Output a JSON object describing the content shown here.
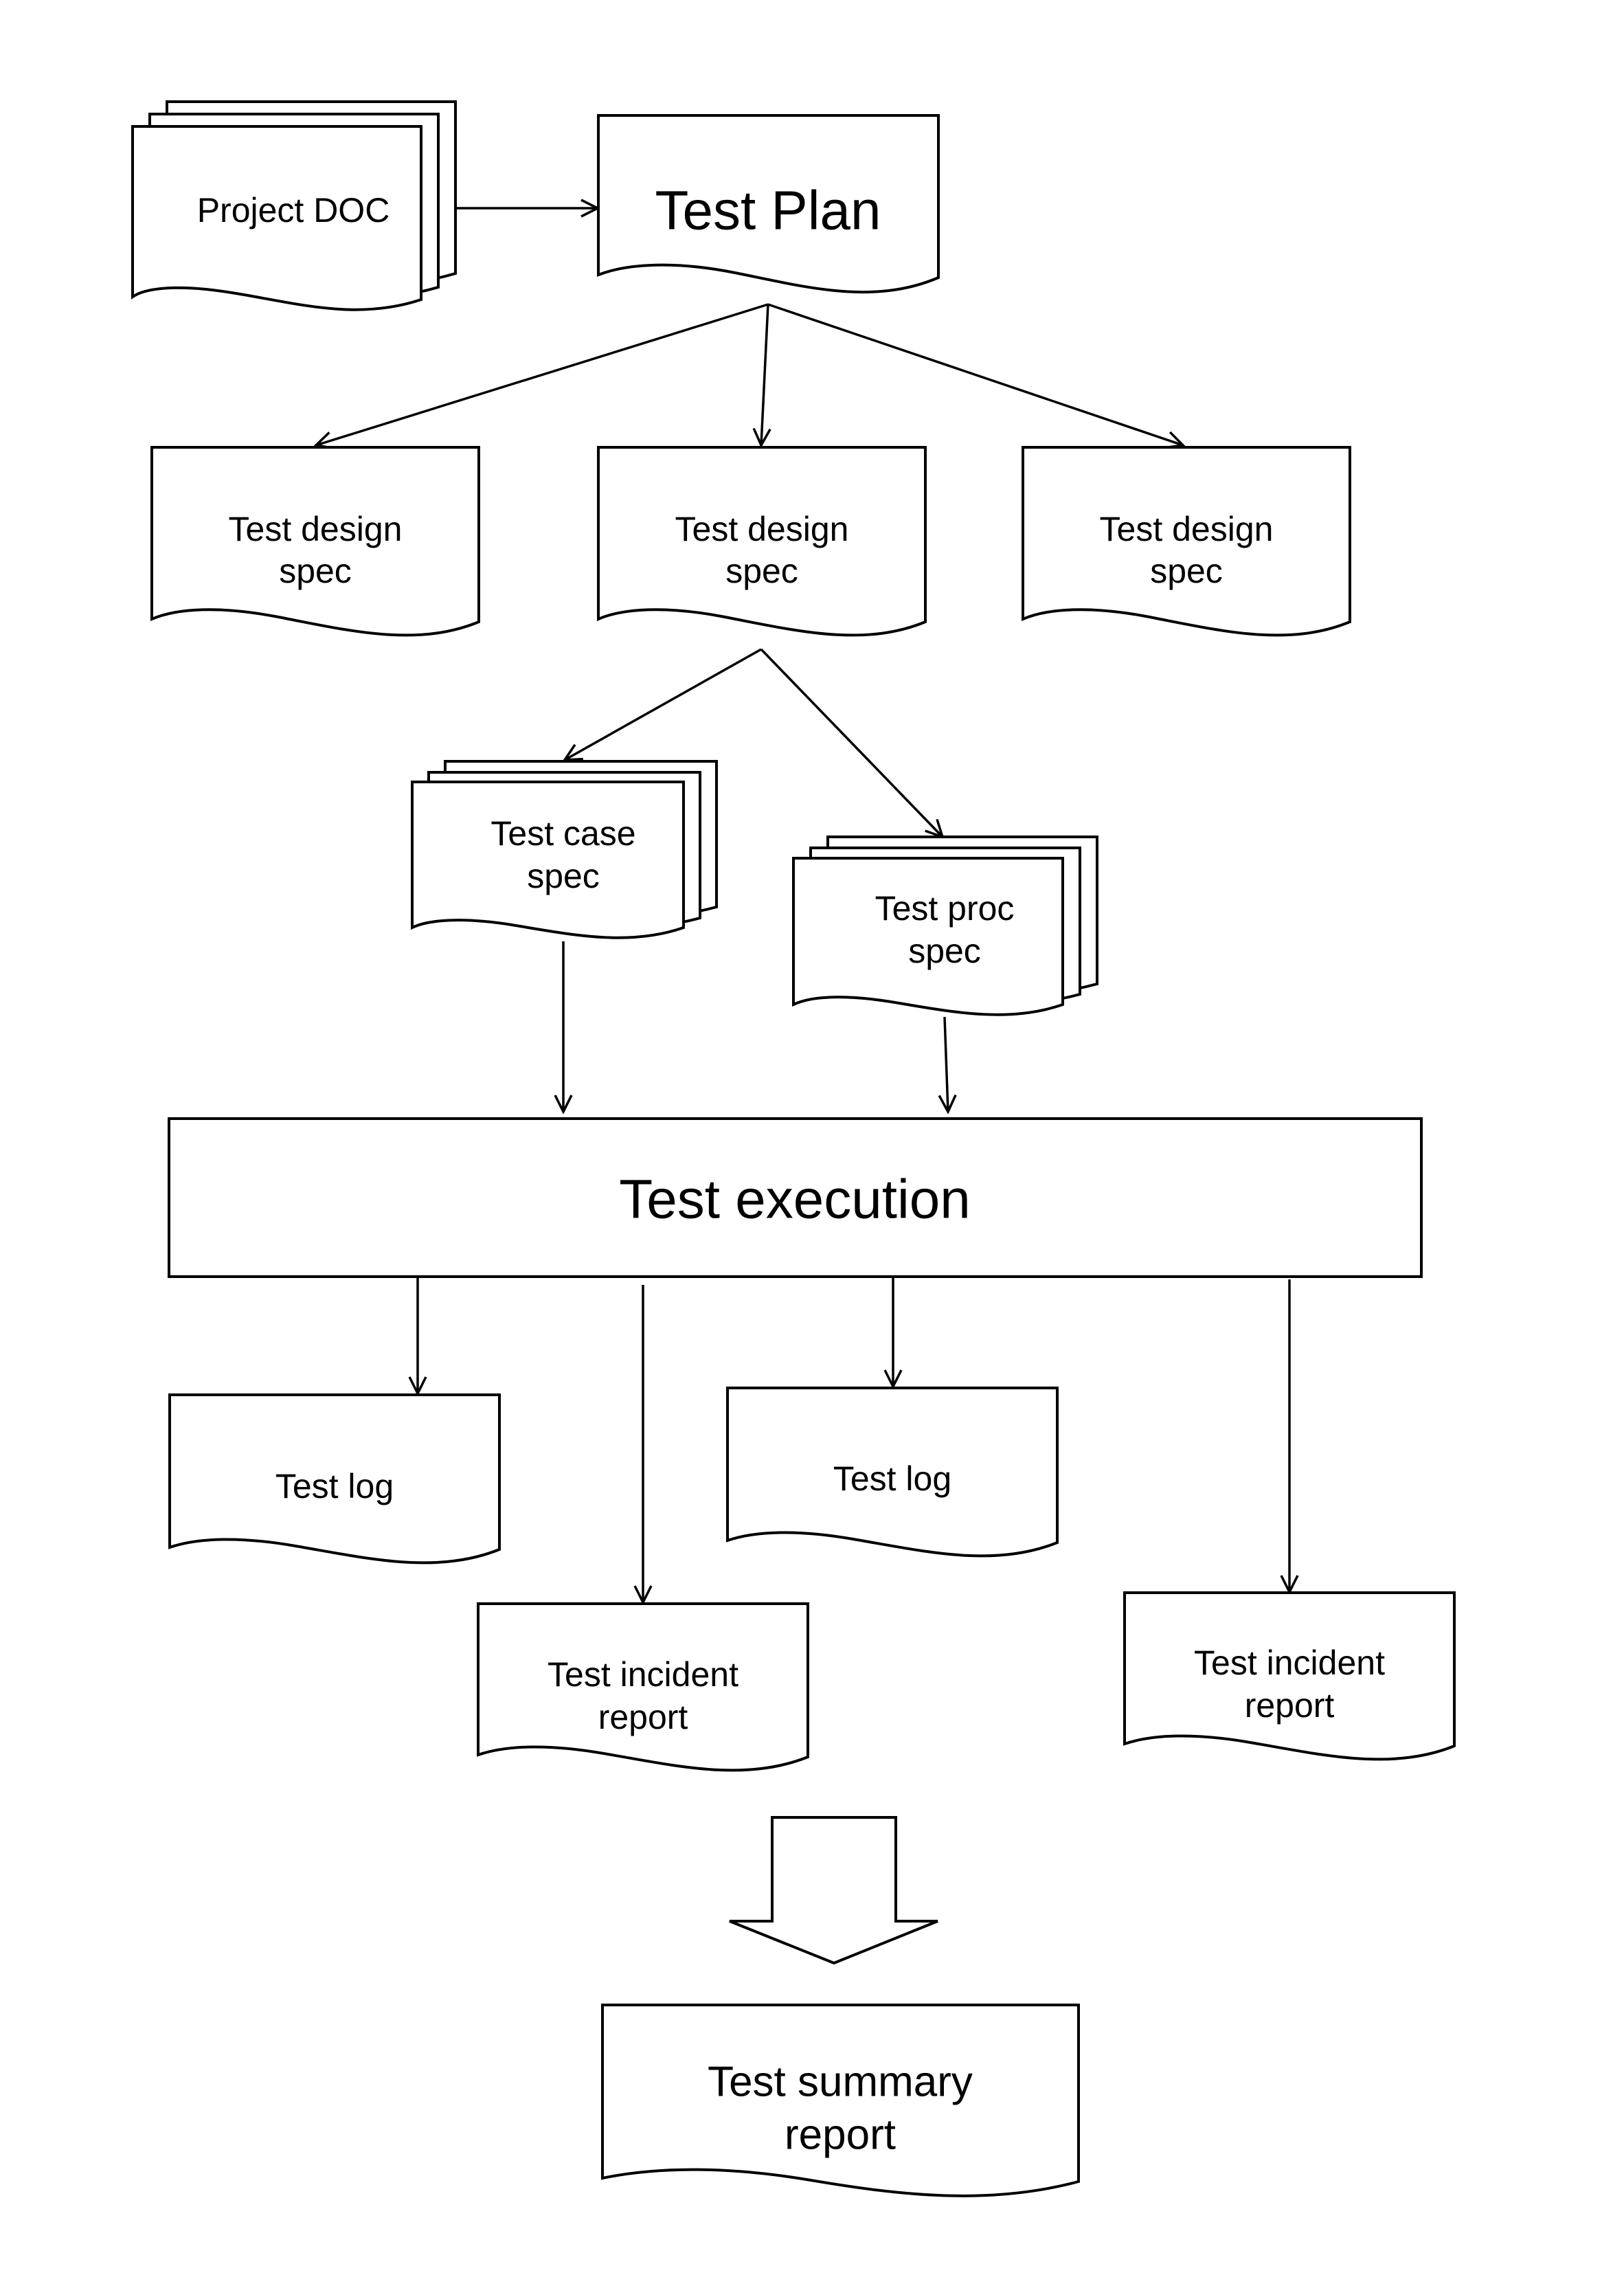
{
  "nodes": {
    "project_doc": {
      "label": "Project DOC"
    },
    "test_plan": {
      "label": "Test Plan"
    },
    "design_spec_1": {
      "line1": "Test design",
      "line2": "spec"
    },
    "design_spec_2": {
      "line1": "Test design",
      "line2": "spec"
    },
    "design_spec_3": {
      "line1": "Test design",
      "line2": "spec"
    },
    "test_case_spec": {
      "line1": "Test case",
      "line2": "spec"
    },
    "test_proc_spec": {
      "line1": "Test proc",
      "line2": "spec"
    },
    "test_execution": {
      "label": "Test execution"
    },
    "test_log_1": {
      "label": "Test log"
    },
    "test_log_2": {
      "label": "Test log"
    },
    "incident_report_1": {
      "line1": "Test incident",
      "line2": "report"
    },
    "incident_report_2": {
      "line1": "Test incident",
      "line2": "report"
    },
    "summary_report": {
      "line1": "Test summary",
      "line2": "report"
    }
  },
  "edges": [
    {
      "from": "project_doc",
      "to": "test_plan"
    },
    {
      "from": "test_plan",
      "to": "design_spec_1"
    },
    {
      "from": "test_plan",
      "to": "design_spec_2"
    },
    {
      "from": "test_plan",
      "to": "design_spec_3"
    },
    {
      "from": "design_spec_2",
      "to": "test_case_spec"
    },
    {
      "from": "design_spec_2",
      "to": "test_proc_spec"
    },
    {
      "from": "test_case_spec",
      "to": "test_execution"
    },
    {
      "from": "test_proc_spec",
      "to": "test_execution"
    },
    {
      "from": "test_execution",
      "to": "test_log_1"
    },
    {
      "from": "test_execution",
      "to": "incident_report_1"
    },
    {
      "from": "test_execution",
      "to": "test_log_2"
    },
    {
      "from": "test_execution",
      "to": "incident_report_2"
    },
    {
      "from": "incident_report_1",
      "to": "summary_report"
    }
  ]
}
